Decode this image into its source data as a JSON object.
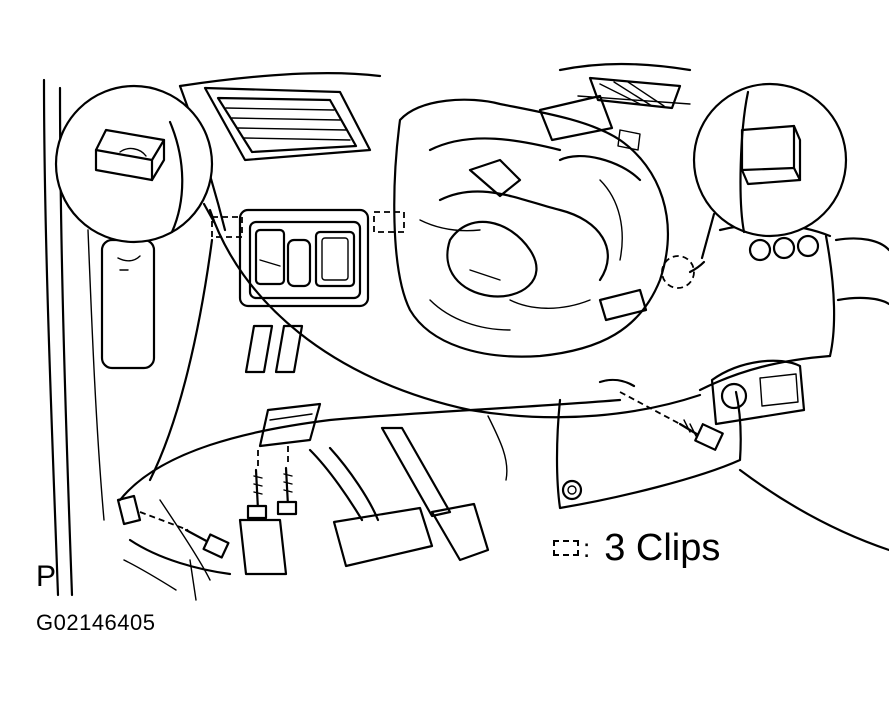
{
  "legend": {
    "symbol_name": "dashed-clip-box",
    "colon": ":",
    "label": "3 Clips"
  },
  "view_mark": "P",
  "figure_id": "G02146405",
  "colors": {
    "line": "#000000",
    "background": "#ffffff"
  }
}
